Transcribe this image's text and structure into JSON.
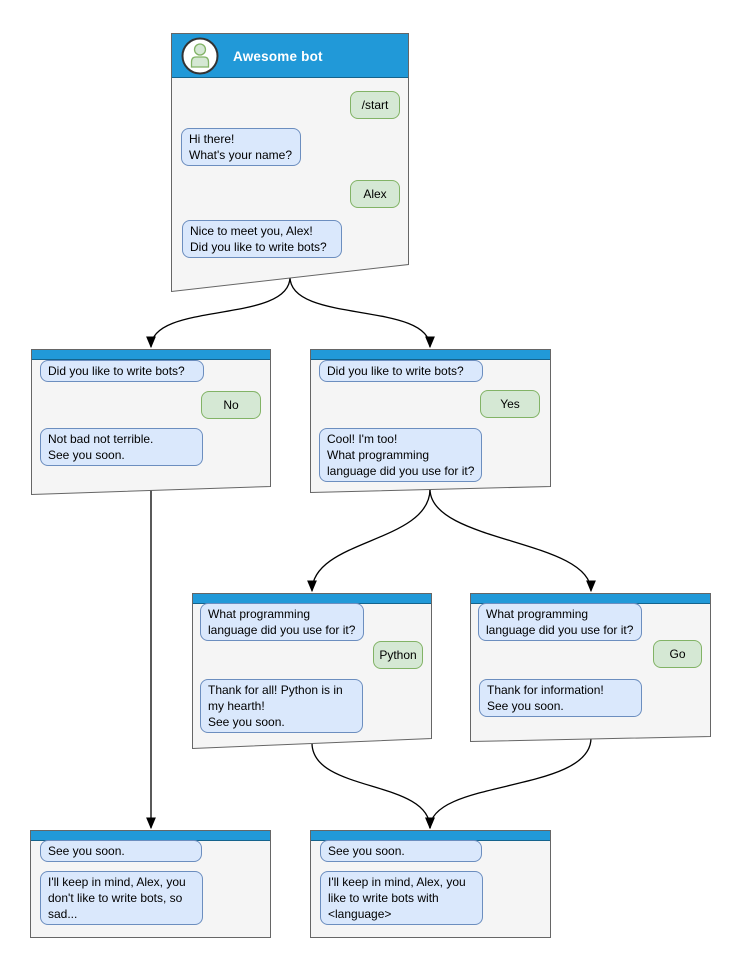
{
  "colors": {
    "header": "#2199D8",
    "window_fill": "#F5F5F5",
    "window_border": "#666666",
    "bot_bubble_fill": "#DAE8FC",
    "bot_bubble_border": "#6C8EBF",
    "user_bubble_fill": "#D5E8D4",
    "user_bubble_border": "#82B366",
    "connector": "#000000"
  },
  "main_window": {
    "title": "Awesome bot",
    "messages": {
      "start": "/start",
      "greeting": "Hi there!\nWhat's your name?",
      "name": "Alex",
      "question": "Nice to meet you, Alex!\nDid you like to write bots?"
    }
  },
  "branch_no": {
    "question": "Did you like to write bots?",
    "answer": "No",
    "reply": "Not bad not terrible.\nSee you soon."
  },
  "branch_yes": {
    "question": "Did you like to write bots?",
    "answer": "Yes",
    "reply": "Cool! I'm too!\nWhat programming\nlanguage did you use for it?"
  },
  "branch_python": {
    "question": "What programming\nlanguage did you use for it?",
    "answer": "Python",
    "reply": "Thank for all! Python is in\nmy hearth!\nSee you soon."
  },
  "branch_go": {
    "question": "What programming\nlanguage did you use for it?",
    "answer": "Go",
    "reply": "Thank for information!\nSee you soon."
  },
  "end_no": {
    "question": "See you soon.",
    "reply": "I'll keep in mind, Alex, you\ndon't like to write bots, so\nsad..."
  },
  "end_yes": {
    "question": "See you soon.",
    "reply": "I'll keep in mind, Alex, you\nlike to write bots with\n<language>"
  }
}
